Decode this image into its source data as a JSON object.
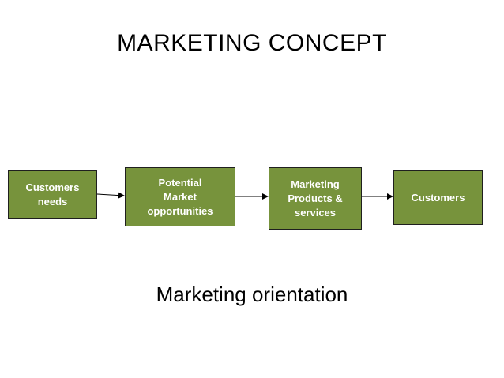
{
  "title": "MARKETING CONCEPT",
  "boxes": [
    {
      "label": "Customers\nneeds"
    },
    {
      "label": "Potential\nMarket\nopportunities"
    },
    {
      "label": "Marketing\nProducts &\nservices"
    },
    {
      "label": "Customers"
    }
  ],
  "subtitle": "Marketing orientation",
  "colors": {
    "box_fill": "#77933c",
    "box_text": "#ffffff",
    "arrow": "#000000"
  }
}
